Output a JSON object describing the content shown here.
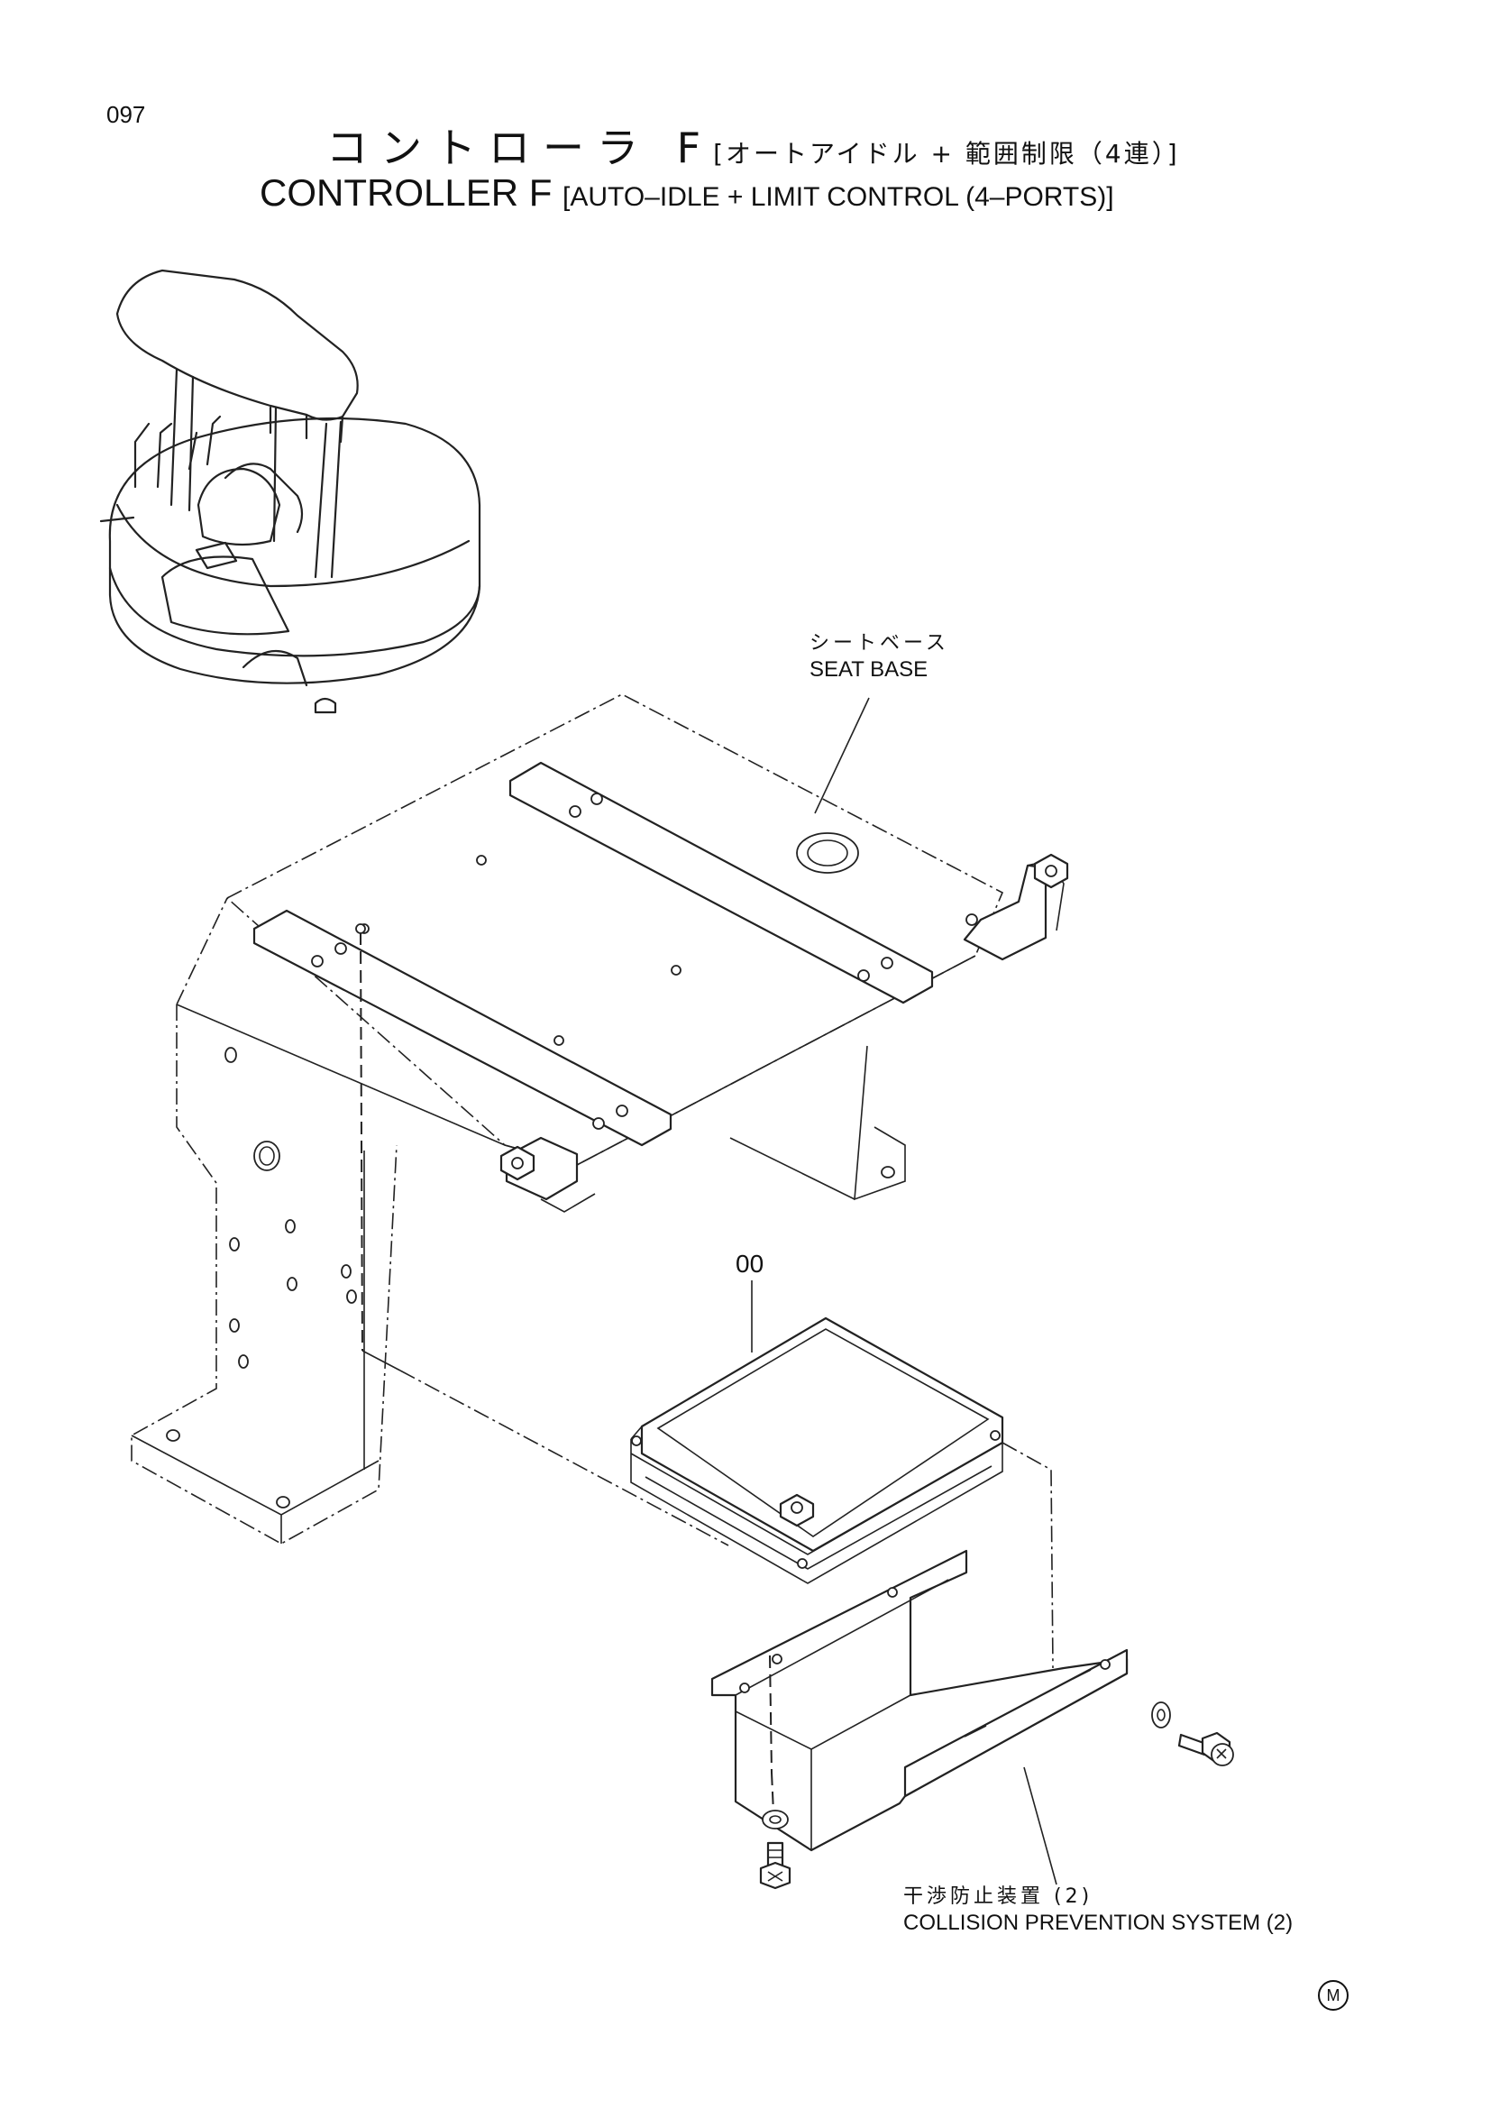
{
  "page_number": "097",
  "title": {
    "jp_main": "コントローラ F",
    "jp_sub": "[オートアイドル + 範囲制限（4連）]",
    "en_main": "CONTROLLER  F",
    "en_sub": "[AUTO–IDLE + LIMIT  CONTROL  (4–PORTS)]"
  },
  "labels": {
    "seat_base_jp": "シートベース",
    "seat_base_en": "SEAT BASE",
    "controller_callout": "00",
    "collision_jp": "干渉防止装置 (2)",
    "collision_en": "COLLISION PREVENTION SYSTEM  (2)"
  },
  "mark": "M",
  "icons": [
    "excavator-overview-icon",
    "seat-base-drawing",
    "controller-unit-drawing",
    "bracket-drawing",
    "bolt-icon",
    "washer-icon"
  ]
}
